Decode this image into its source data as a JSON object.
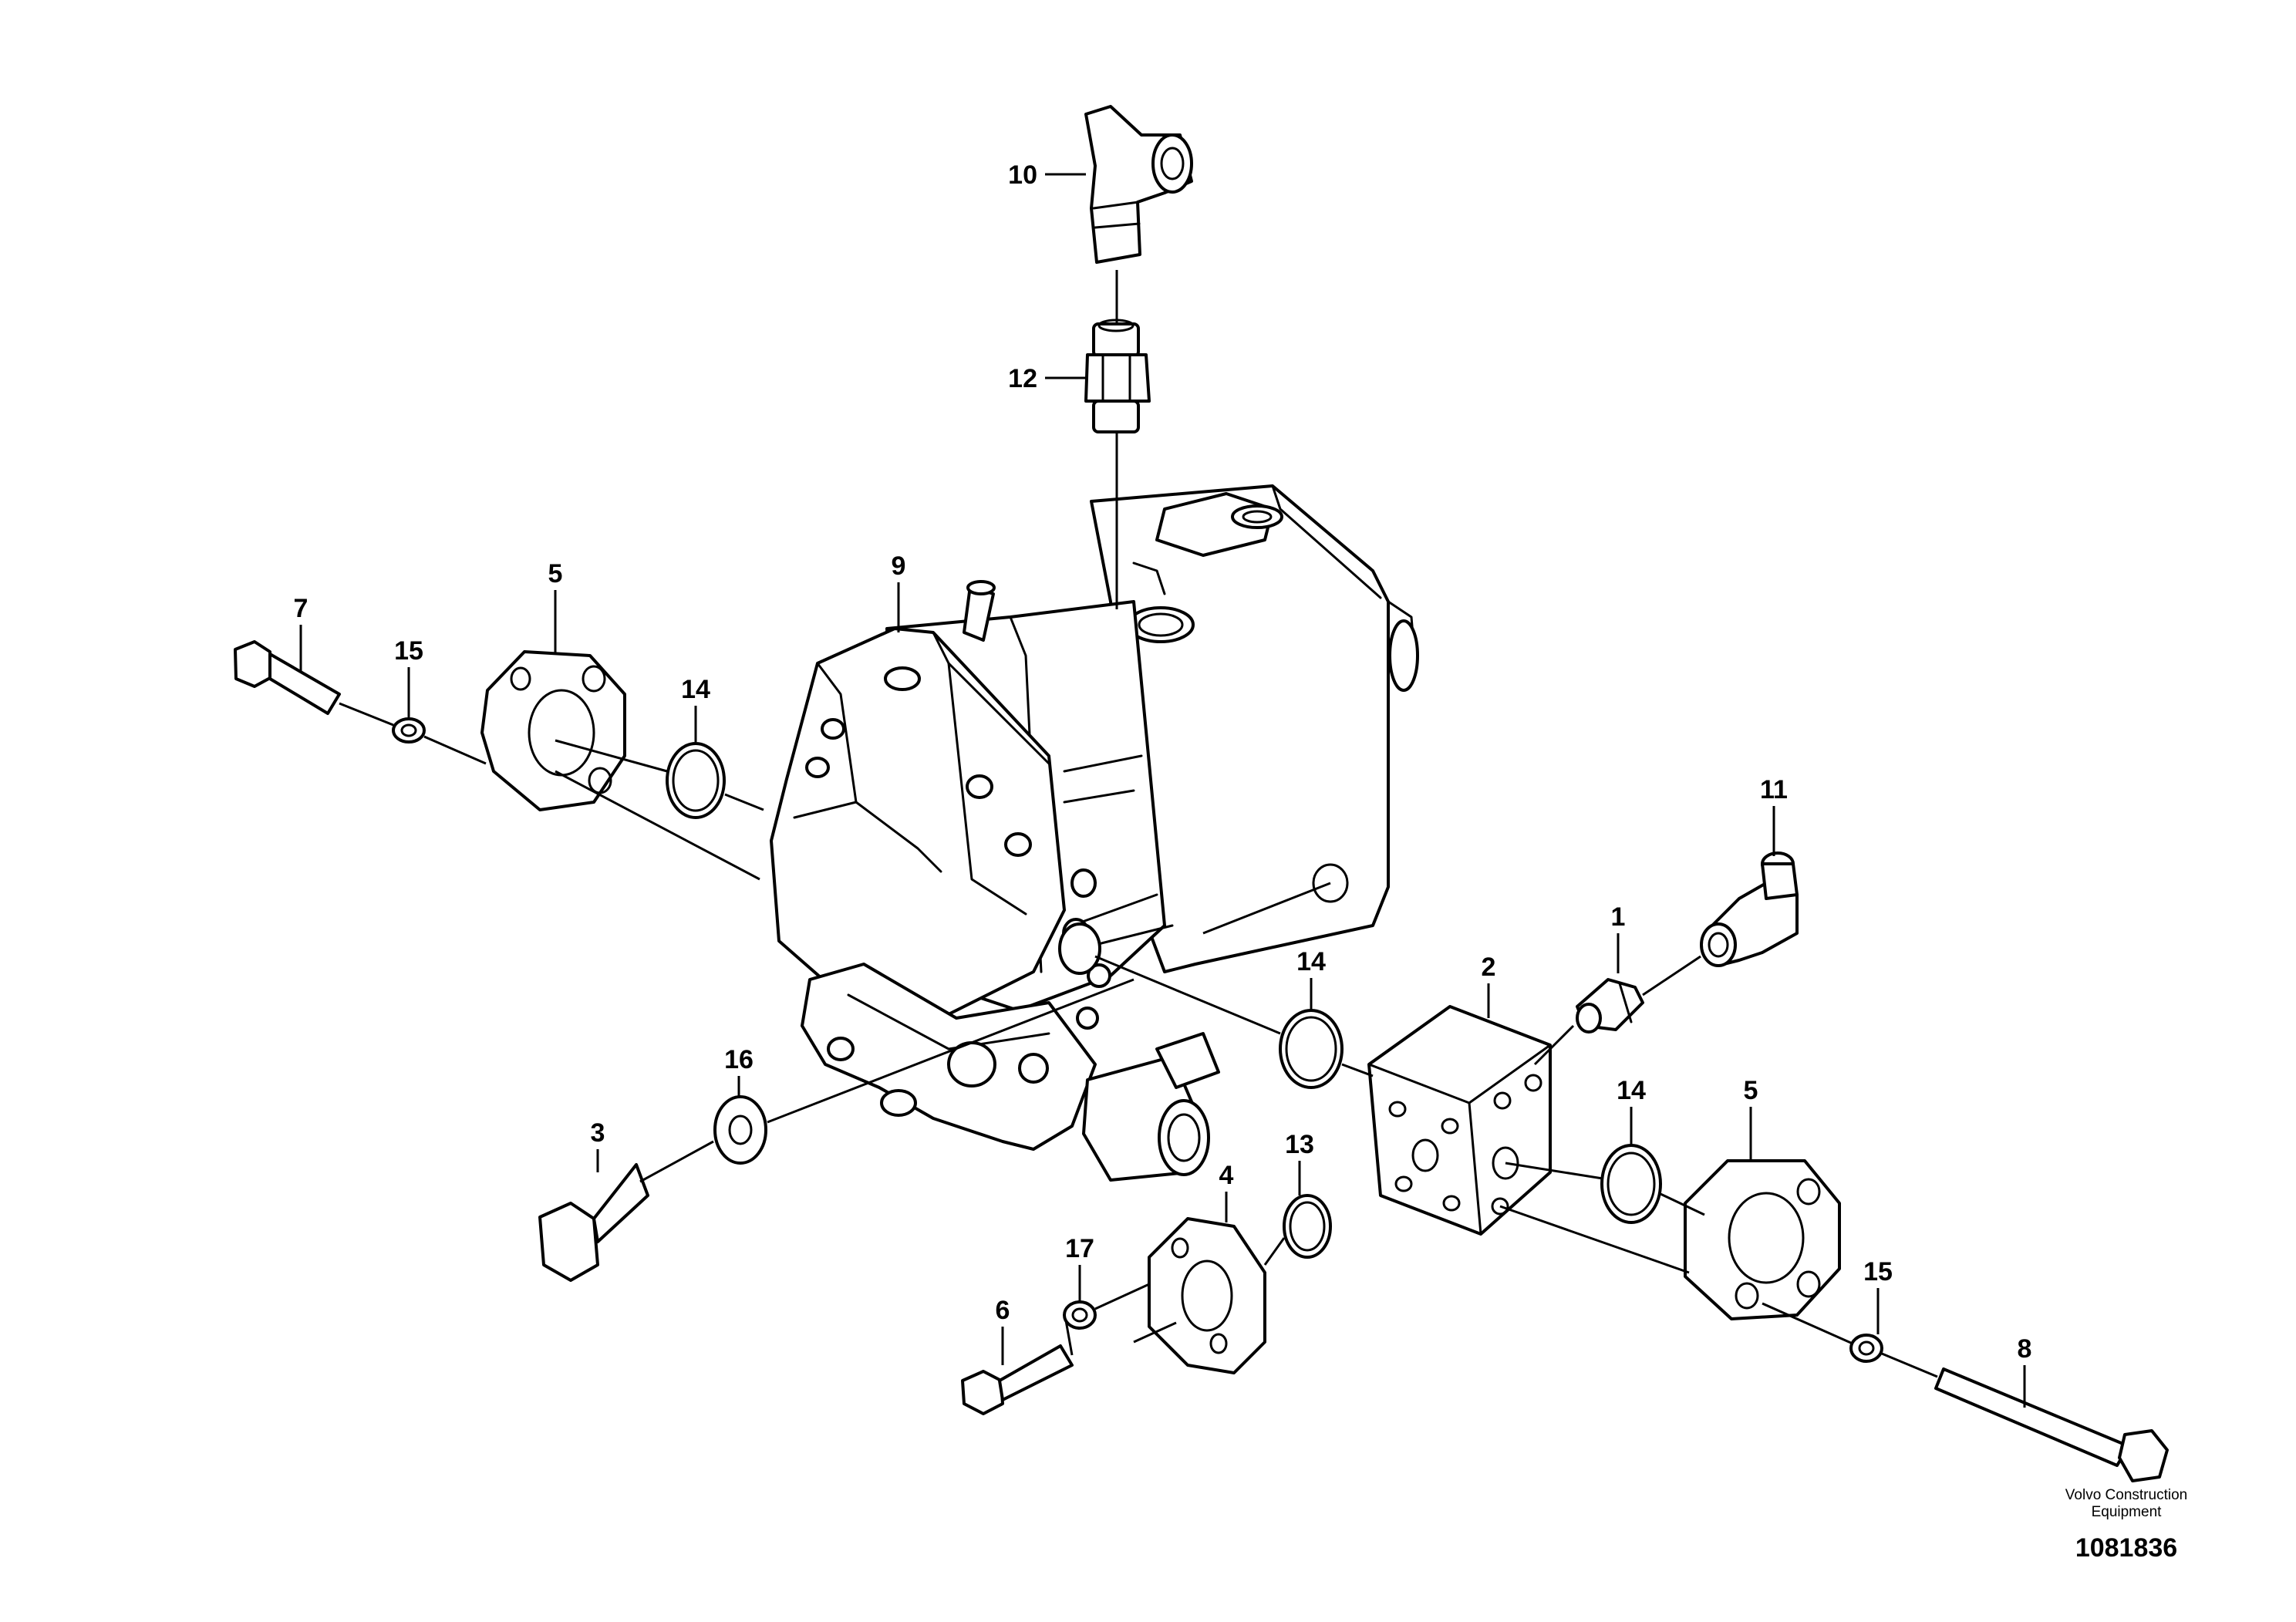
{
  "callouts": [
    "1",
    "2",
    "3",
    "4",
    "5",
    "5",
    "6",
    "7",
    "8",
    "9",
    "10",
    "11",
    "12",
    "13",
    "14",
    "14",
    "14",
    "15",
    "15",
    "16",
    "17"
  ],
  "footer": {
    "brand": "Volvo Construction Equipment",
    "drawing_number": "1081836"
  }
}
